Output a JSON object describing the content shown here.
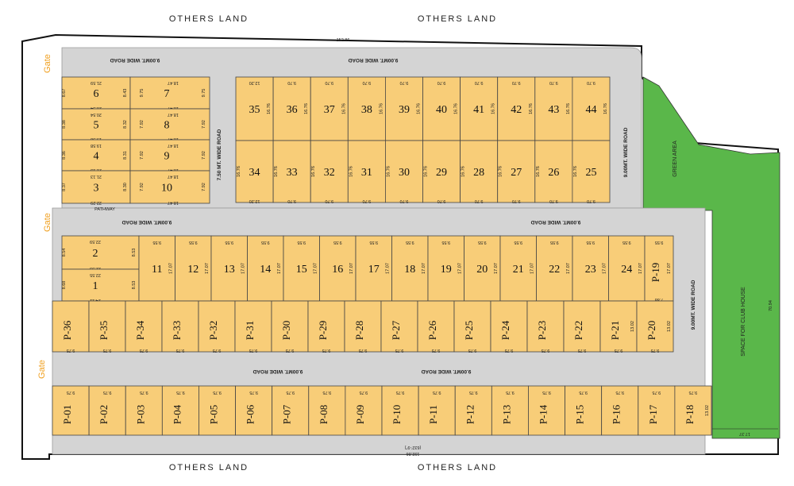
{
  "labels": {
    "others_land": "OTHERS LAND",
    "gate": "Gate",
    "pathway": "PATHWAY",
    "green_area": "GREEN AREA",
    "club_house": "SPACE FOR CLUB HOUSE",
    "road_9": "9.00MT. WIDE ROAD",
    "road_750": "7.50 MT. WIDE ROAD",
    "road_9_alt": "9.00MT. WIDE ROAD"
  },
  "dims": {
    "top_length": "152.86",
    "bottom_length": "192.86",
    "bottom_length_alt": "(632'-9\")",
    "right_side": "70.94",
    "club_bottom": "17.37",
    "d_955": "9.55",
    "d_1707": "17.07",
    "d_975": "9.75",
    "d_1302": "13.02",
    "d_970": "9.70",
    "d_1676": "16.76",
    "d_1220": "12.20",
    "d_788": "7.88"
  },
  "colors": {
    "plot": "#f8cd78",
    "road": "#d4d4d4",
    "green": "#5ab74a",
    "gate": "#f0a020"
  },
  "west_block": {
    "plots_a": [
      {
        "no": "6",
        "top": "21.59",
        "bottom": "20.54",
        "left": "8.67",
        "right": "8.43"
      },
      {
        "no": "5",
        "top": "20.54",
        "bottom": "19.58",
        "left": "8.38",
        "right": "8.32"
      },
      {
        "no": "4",
        "top": "19.58",
        "bottom": "21.13",
        "left": "8.36",
        "right": "8.31"
      },
      {
        "no": "3",
        "top": "21.13",
        "bottom": "22.29",
        "left": "8.37",
        "right": "8.30"
      }
    ],
    "plots_b": [
      {
        "no": "7",
        "top": "18.47",
        "bottom": "18.47",
        "left": "9.75",
        "right": "9.75"
      },
      {
        "no": "8",
        "top": "18.47",
        "bottom": "18.47",
        "left": "7.92",
        "right": "7.92"
      },
      {
        "no": "9",
        "top": "18.47",
        "bottom": "18.47",
        "left": "7.92",
        "right": "7.92"
      },
      {
        "no": "10",
        "top": "18.47",
        "bottom": "18.47",
        "left": "7.92",
        "right": "7.92"
      }
    ],
    "plot_2": {
      "no": "2",
      "top": "22.59",
      "bottom": "22.55",
      "left": "8.54",
      "right": "8.53"
    },
    "plot_1": {
      "no": "1",
      "top": "22.55",
      "bottom": "24.11",
      "left": "8.68",
      "right": "8.53"
    }
  },
  "north_block": {
    "top_row": [
      "35",
      "36",
      "37",
      "38",
      "39",
      "40",
      "41",
      "42",
      "43",
      "44"
    ],
    "bottom_row": [
      "34",
      "33",
      "32",
      "31",
      "30",
      "29",
      "28",
      "27",
      "26",
      "25"
    ]
  },
  "middle_row": [
    "11",
    "12",
    "13",
    "14",
    "15",
    "16",
    "17",
    "18",
    "19",
    "20",
    "21",
    "22",
    "23",
    "24"
  ],
  "plot_p19": "P-19",
  "p_row_upper": [
    "P-36",
    "P-35",
    "P-34",
    "P-33",
    "P-32",
    "P-31",
    "P-30",
    "P-29",
    "P-28",
    "P-27",
    "P-26",
    "P-25",
    "P-24",
    "P-23",
    "P-22",
    "P-21",
    "P-20"
  ],
  "p_row_lower": [
    "P-01",
    "P-02",
    "P-03",
    "P-04",
    "P-05",
    "P-06",
    "P-07",
    "P-08",
    "P-09",
    "P-10",
    "P-11",
    "P-12",
    "P-13",
    "P-14",
    "P-15",
    "P-16",
    "P-17",
    "P-18"
  ]
}
